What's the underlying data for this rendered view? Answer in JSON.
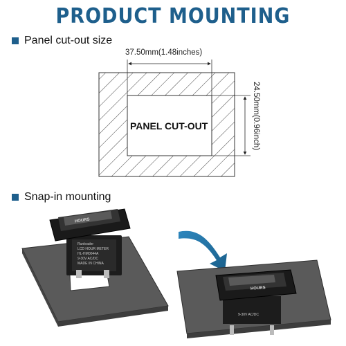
{
  "title": "PRODUCT MOUNTING",
  "sections": {
    "cutout": {
      "label": "Panel cut-out size"
    },
    "snapin": {
      "label": "Snap-in mounting"
    }
  },
  "dimensions": {
    "width": "37.50mm(1.48inches)",
    "height": "24.50mm(0.96inch)"
  },
  "cutout_label": "PANEL CUT-OUT",
  "meter": {
    "hours_label": "HOURS",
    "brand_text": "Runleader",
    "model_text": "LCD HOUR METER",
    "model_number": "HL-HM0044A",
    "voltage_text": "9-30V  AC/DC",
    "origin_text": "MADE IN CHINA"
  },
  "colors": {
    "accent": "#1e5f8c",
    "panel": "#555555",
    "meter": "#1c1c1c",
    "arrow": "#1e73a8"
  }
}
